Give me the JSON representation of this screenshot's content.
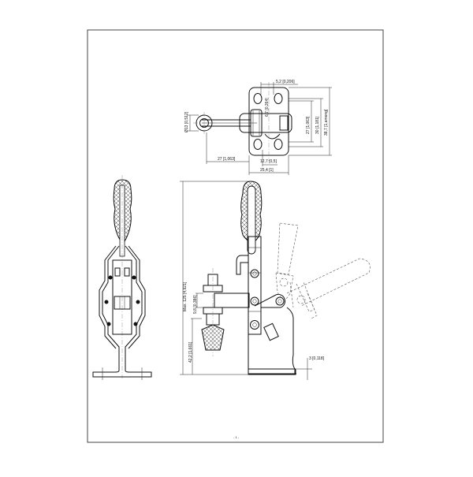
{
  "drawing": {
    "title": "Vertical toggle clamp technical drawing",
    "frame_color": "#444444",
    "line_color": "#111111",
    "page_marker": "- 1 -"
  },
  "top_view": {
    "dimensions": {
      "hole_spacing_top": "5,2 [0,206]",
      "slot_width": "6,7 [0,264]",
      "inner_height": "27 [1,063]",
      "hole_span": "30 [1,181]",
      "overall_height": "38,7 [1,among]",
      "eye_diameter": "Ø13 [0,512]",
      "arm_reach": "27 [1,063]",
      "hole_pitch": "12,7 [0,5]",
      "base_width": "25,4 [1]"
    }
  },
  "side_view": {
    "dimensions": {
      "max_height": "Max. 125 [4,921]",
      "spindle_offset": "9,8 [0,386]",
      "spindle_height": "42,2 [1,661]",
      "base_thickness": "3 [0,118]"
    }
  }
}
